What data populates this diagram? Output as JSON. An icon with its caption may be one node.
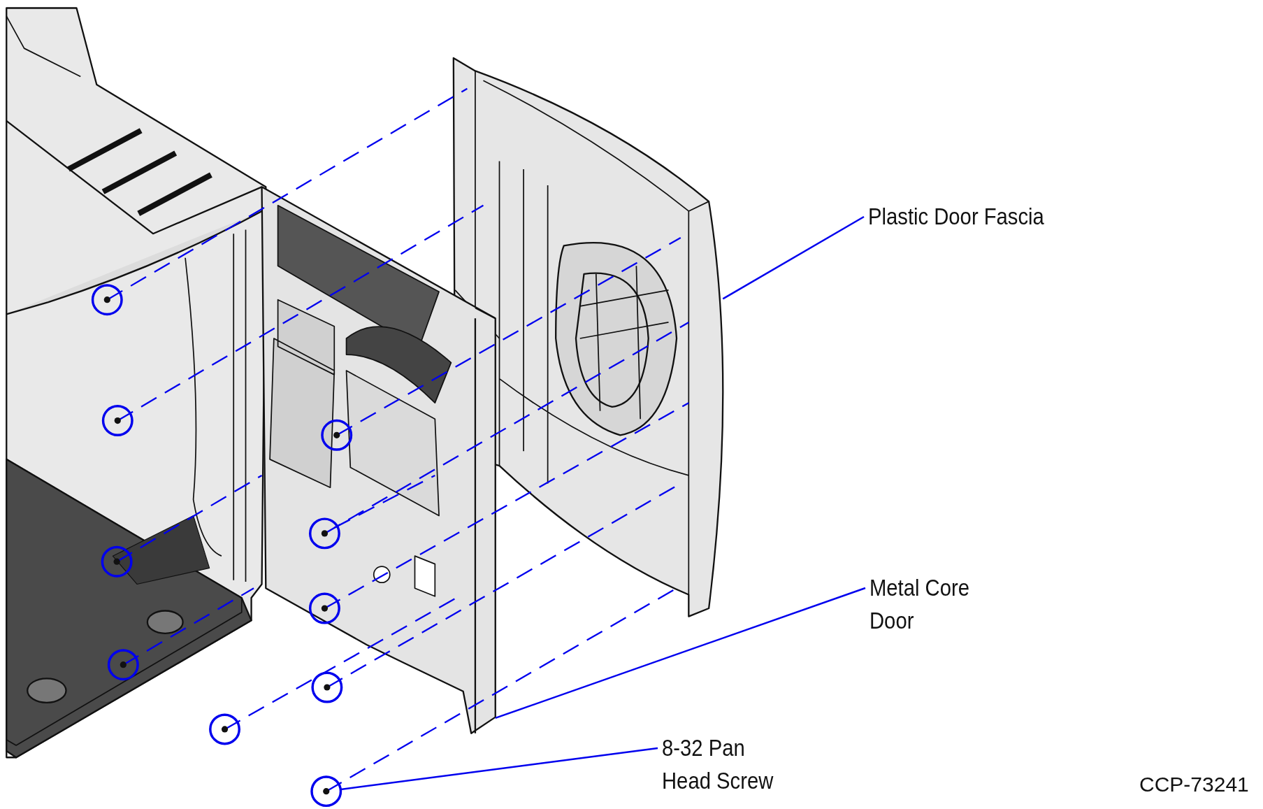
{
  "diagram": {
    "nodes": [
      {
        "text": [
          "Plastic Door Fascia"
        ]
      },
      {
        "text": [],
        "shape": "picture"
      },
      {
        "text": [
          "Metal Core Door"
        ]
      },
      {
        "text": [],
        "shape": "picture"
      },
      {
        "text": [
          "8-32 Pan Head Screw"
        ]
      },
      {
        "text": [],
        "shape": "circle"
      }
    ],
    "edges": [
      {
        "from": 0,
        "to": 1,
        "arrow": "none"
      },
      {
        "from": 2,
        "to": 3,
        "arrow": "none"
      },
      {
        "from": 4,
        "to": 5,
        "arrow": "none"
      }
    ],
    "labels": [
      "CCP-73241"
    ]
  }
}
